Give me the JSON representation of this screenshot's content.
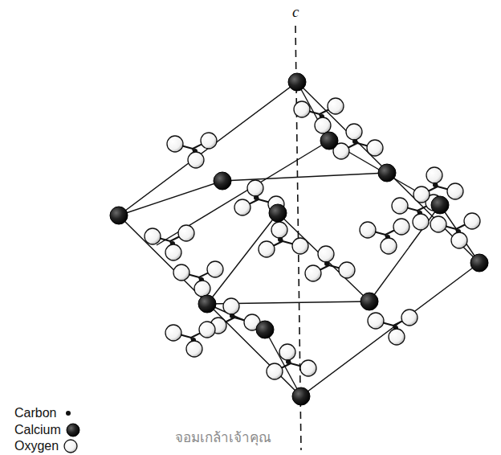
{
  "diagram": {
    "labels": [
      "c",
      "จอมเกล้าเจ้าคุณ"
    ],
    "legend": [
      {
        "text": "Carbon"
      },
      {
        "text": "Calcium"
      },
      {
        "text": "Oxygen"
      }
    ]
  }
}
